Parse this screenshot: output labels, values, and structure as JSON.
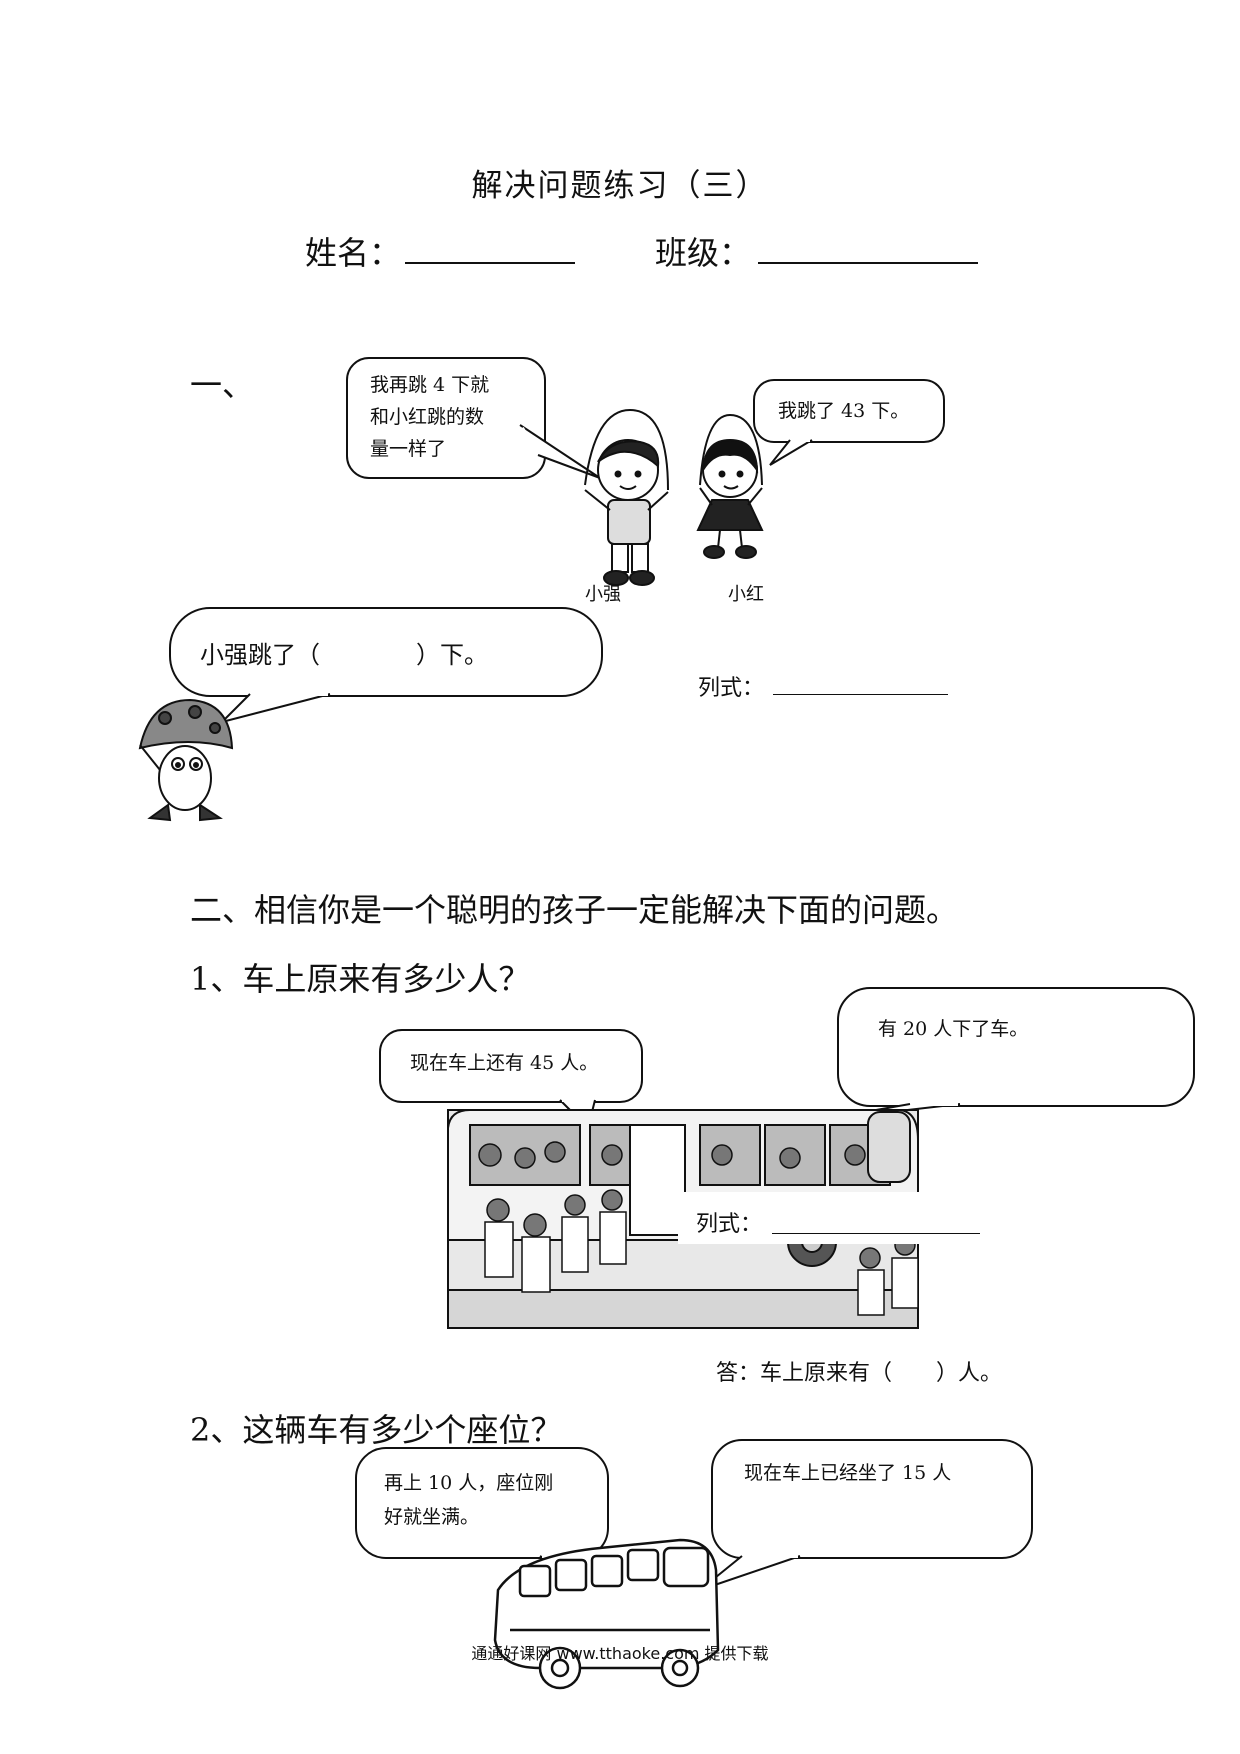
{
  "title": "解决问题练习（三）",
  "name_label": "姓名：",
  "class_label": "班级：",
  "section1": {
    "number": "一、",
    "bubble_qiang_line1": "我再跳 4 下就",
    "bubble_qiang_line2": "和小红跳的数",
    "bubble_qiang_line3": "量一样了",
    "bubble_hong": "我跳了 43 下。",
    "label_qiang": "小强",
    "label_hong": "小红",
    "question": "小强跳了（　　　　）下。",
    "formula_label": "列式："
  },
  "section2": {
    "heading": "二、相信你是一个聪明的孩子一定能解决下面的问题。",
    "q1": {
      "title": "1、车上原来有多少人？",
      "bubble_left": "现在车上还有 45 人。",
      "bubble_right": "有 20 人下了车。",
      "formula_label": "列式：",
      "answer": "答：车上原来有（　　）人。"
    },
    "q2": {
      "title": "2、这辆车有多少个座位？",
      "bubble_left_line1": "再上 10 人，座位刚",
      "bubble_left_line2": "好就坐满。",
      "bubble_right": "现在车上已经坐了 15 人"
    }
  },
  "footer": "通通好课网  www.tthaoke.com  提供下载"
}
